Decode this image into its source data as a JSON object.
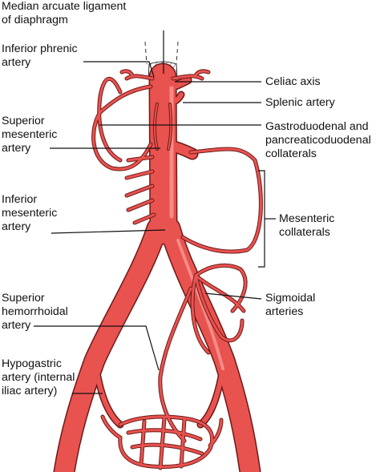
{
  "colors": {
    "artery": "#e8524f",
    "artery_outline": "#6e1a18",
    "highlight": "#f58b86",
    "leader_line": "#111111",
    "background": "#ffffff"
  },
  "labels": {
    "median_arcuate": "Median arcuate ligament\nof diaphragm",
    "inferior_phrenic": "Inferior phrenic\nartery",
    "celiac_axis": "Celiac axis",
    "splenic_artery": "Splenic artery",
    "gastroduodenal": "Gastroduodenal and\npancreaticoduodenal\ncollaterals",
    "superior_mesenteric": "Superior\nmesenteric\nartery",
    "inferior_mesenteric": "Inferior\nmesenteric\nartery",
    "mesenteric_collaterals": "Mesenteric\ncollaterals",
    "sigmoidal_arteries": "Sigmoidal\narteries",
    "superior_hemorrhoidal": "Superior\nhemorrhoidal\nartery",
    "hypogastric": "Hypogastric\nartery (internal\niliac artery)"
  }
}
